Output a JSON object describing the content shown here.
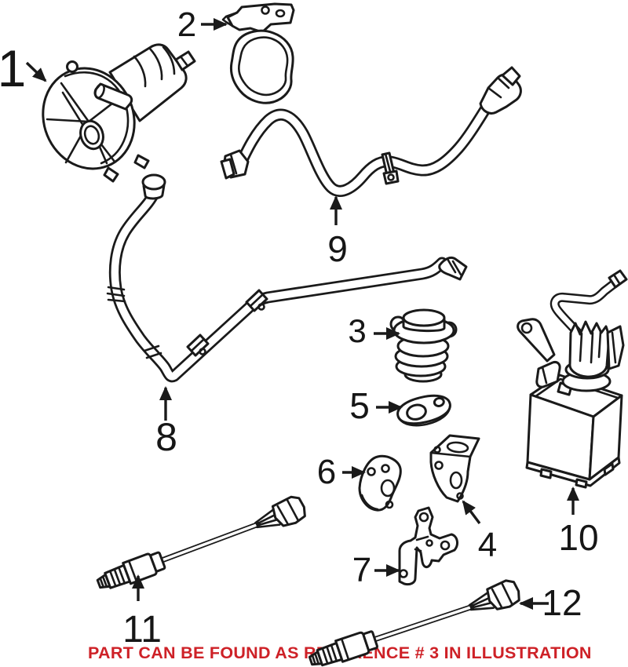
{
  "note": {
    "text": "PART CAN BE FOUND AS REFERENCE # 3 IN ILLUSTRATION",
    "color": "#ce2127"
  },
  "colors": {
    "background": "#ffffff",
    "line": "#1a1a1a"
  },
  "callouts": [
    {
      "ref": "1"
    },
    {
      "ref": "2"
    },
    {
      "ref": "3"
    },
    {
      "ref": "4"
    },
    {
      "ref": "5"
    },
    {
      "ref": "6"
    },
    {
      "ref": "7"
    },
    {
      "ref": "8"
    },
    {
      "ref": "9"
    },
    {
      "ref": "10"
    },
    {
      "ref": "11"
    },
    {
      "ref": "12"
    }
  ]
}
